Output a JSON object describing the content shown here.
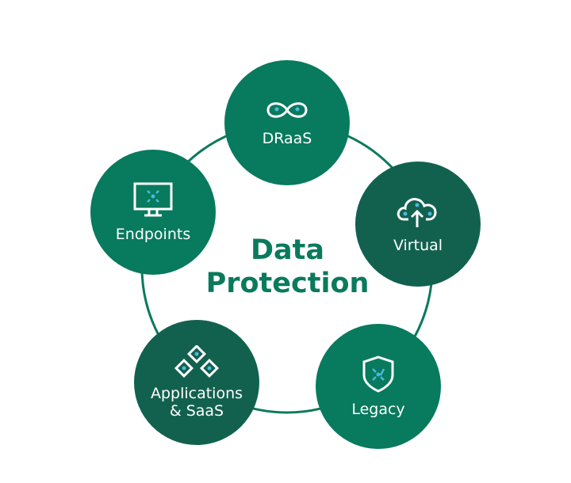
{
  "title": {
    "line1": "Data",
    "line2": "Protection"
  },
  "colors": {
    "primary": "#087a5e",
    "dark": "#12614f",
    "accent": "#4bb8e0",
    "ring": "#0a7a5c"
  },
  "nodes": [
    {
      "label": "DRaaS",
      "icon": "infinity-icon"
    },
    {
      "label": "Virtual",
      "icon": "cloud-upload-icon"
    },
    {
      "label": "Legacy",
      "icon": "shield-icon"
    },
    {
      "label": "Applications & SaaS",
      "icon": "diamonds-icon"
    },
    {
      "label": "Endpoints",
      "icon": "monitor-icon"
    }
  ]
}
